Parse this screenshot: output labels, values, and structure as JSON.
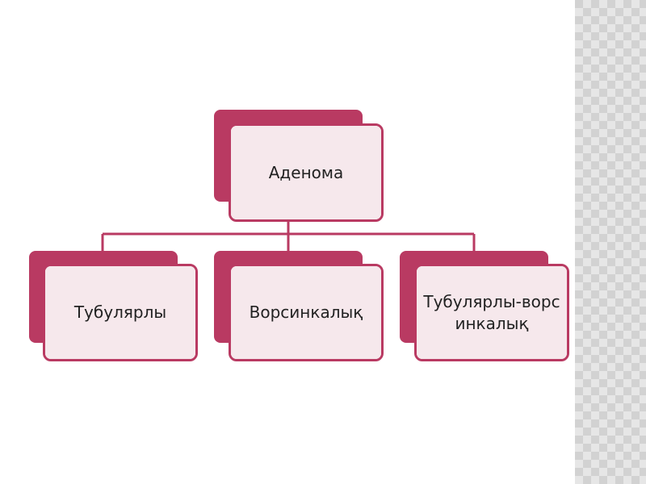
{
  "diagram": {
    "colors": {
      "accent": "#b93a62",
      "fill": "#f6e8ec",
      "connector": "#b93a62"
    },
    "root": {
      "label": "Аденома"
    },
    "children": [
      {
        "label": "Тубулярлы"
      },
      {
        "label": "Ворсинкалық"
      },
      {
        "label": "Тубулярлы-ворсинкалық"
      }
    ]
  }
}
